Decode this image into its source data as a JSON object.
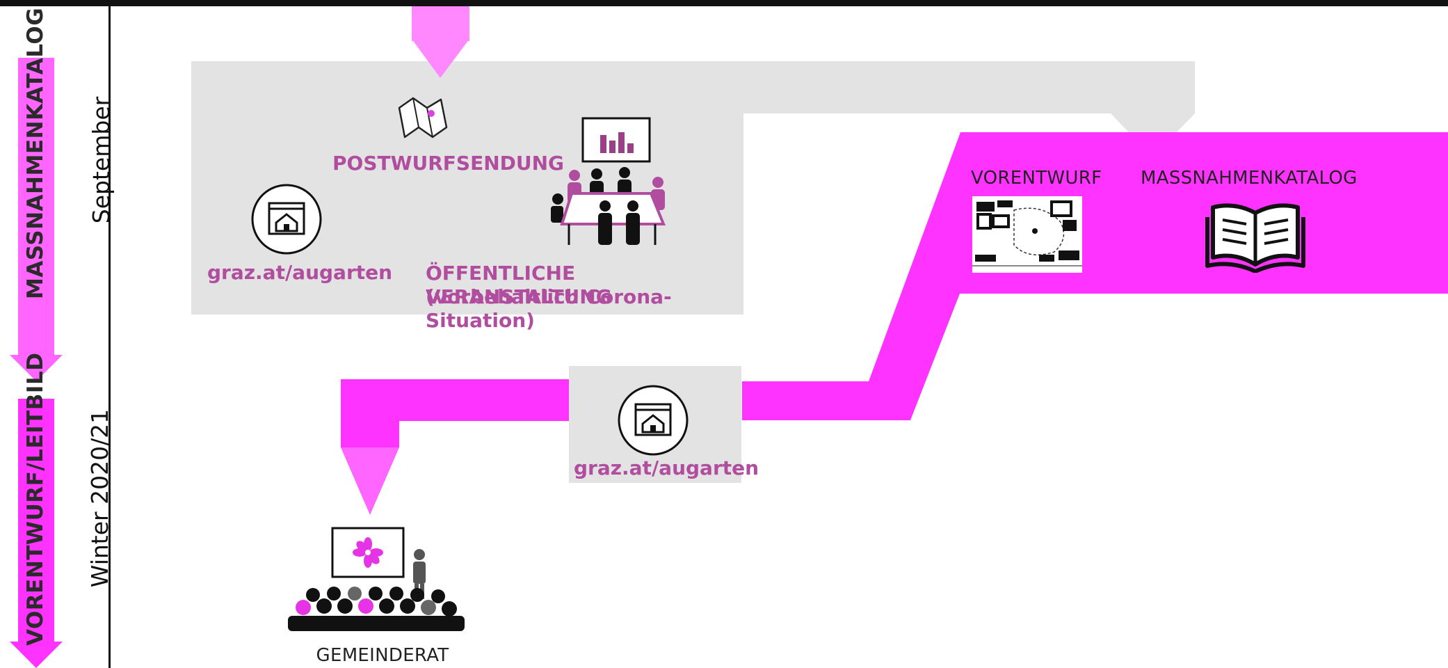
{
  "phases": {
    "phase1": "MASSNAHMENKATALOG",
    "phase2": "VORENTWURF/LEITBILD"
  },
  "timeline": {
    "time1": "September",
    "time2": "Winter 2020/21"
  },
  "participation": {
    "mail": "POSTWURFSENDUNG",
    "web_top": "graz.at/augarten",
    "event_line1": "ÖFFENTLICHE VERANSTALTUNG",
    "event_line2": "(vorbehaltlich Corona-Situation)",
    "web_bottom": "graz.at/augarten"
  },
  "deliverables": {
    "draft": "VORENTWURF",
    "catalog": "MASSNAHMENKATALOG",
    "council": "GEMEINDERAT"
  },
  "icons": {
    "mail": "folded-map-icon",
    "web": "website-home-icon",
    "event": "meeting-presentation-icon",
    "plan": "site-plan-icon",
    "book": "open-book-icon",
    "council": "council-audience-icon"
  },
  "colors": {
    "magenta": "#ff33ff",
    "magenta_light": "#ff88ff",
    "grey_box": "#e3e3e3",
    "text_purple": "#b14d9f",
    "dark": "#111111"
  }
}
